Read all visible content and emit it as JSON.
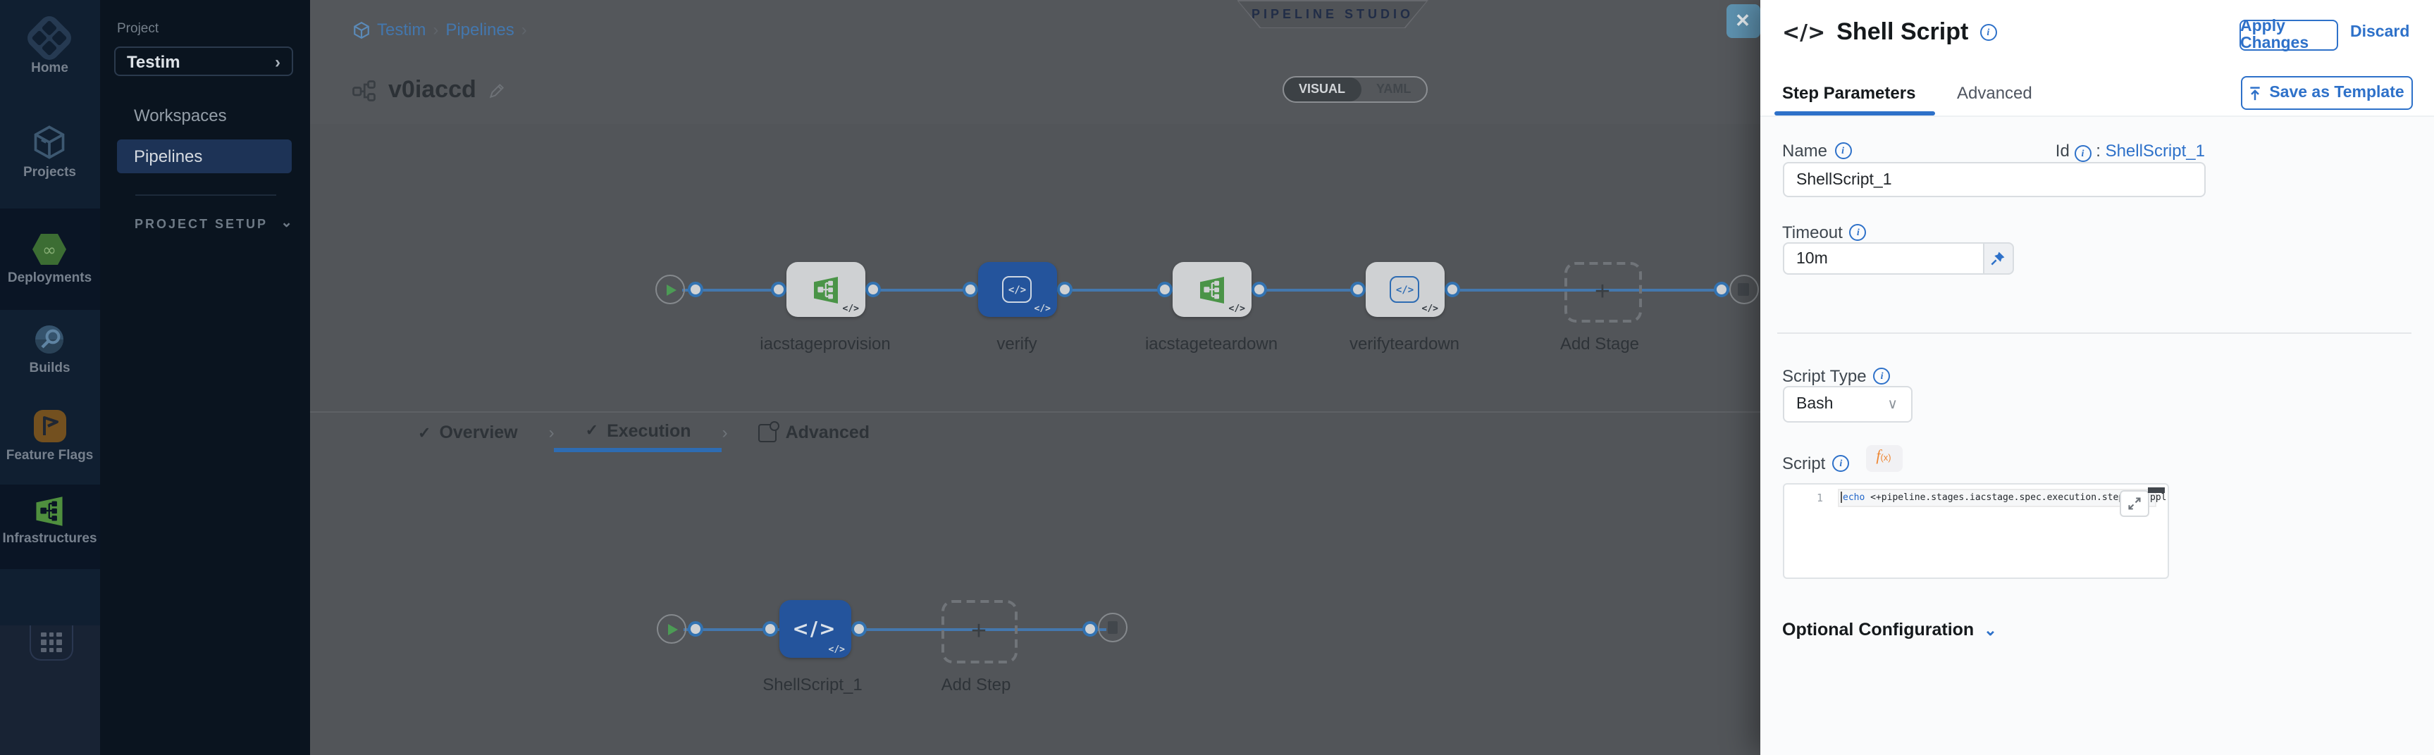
{
  "sidebar": {
    "rail": {
      "items": [
        {
          "label": "Home",
          "icon": "harness-logo-icon"
        },
        {
          "label": "Projects",
          "icon": "cube-icon"
        },
        {
          "label": "Deployments",
          "icon": "hexagon-infinity-icon"
        },
        {
          "label": "Builds",
          "icon": "builds-circle-icon"
        },
        {
          "label": "Feature Flags",
          "icon": "flag-icon"
        },
        {
          "label": "Infrastructures",
          "icon": "iacm-board-icon"
        }
      ]
    },
    "nav": {
      "section_label": "Project",
      "project_selector_value": "Testim",
      "items": [
        {
          "label": "Workspaces"
        },
        {
          "label": "Pipelines"
        }
      ],
      "setup_label": "PROJECT SETUP"
    }
  },
  "canvas": {
    "breadcrumb": {
      "item1": "Testim",
      "item2": "Pipelines",
      "separator": "›"
    },
    "studio_badge": "PIPELINE STUDIO",
    "pipeline_name": "v0iaccd",
    "view_toggle": {
      "visual": "VISUAL",
      "yaml": "YAML",
      "selected": "VISUAL"
    },
    "stages": [
      {
        "label": "iacstageprovision",
        "type": "iacm"
      },
      {
        "label": "verify",
        "type": "custom",
        "selected": true
      },
      {
        "label": "iacstageteardown",
        "type": "iacm"
      },
      {
        "label": "verifyteardown",
        "type": "custom"
      }
    ],
    "add_stage_label": "Add Stage",
    "tabs": [
      {
        "label": "Overview",
        "checked": true
      },
      {
        "label": "Execution",
        "checked": true,
        "active": true
      },
      {
        "label": "Advanced"
      }
    ],
    "steps": [
      {
        "label": "ShellScript_1",
        "type": "shell-script",
        "selected": true
      }
    ],
    "add_step_label": "Add Step"
  },
  "panel": {
    "title": "Shell Script",
    "apply_button": "Apply Changes",
    "discard_button": "Discard",
    "tabs": [
      {
        "label": "Step Parameters",
        "active": true
      },
      {
        "label": "Advanced",
        "active": false
      }
    ],
    "save_as_template_button": "Save as Template",
    "fields": {
      "name": {
        "label": "Name",
        "value": "ShellScript_1"
      },
      "id": {
        "label": "Id",
        "separator": ":",
        "value": "ShellScript_1"
      },
      "timeout": {
        "label": "Timeout",
        "value": "10m"
      },
      "script_type": {
        "label": "Script Type",
        "value": "Bash"
      },
      "script": {
        "label": "Script"
      }
    },
    "fx_badge": {
      "f": "f",
      "x": "(x)"
    },
    "editor": {
      "line_number": "1",
      "code_keyword": "echo",
      "code_rest": " <+pipeline.stages.iacstage.spec.execution.step",
      "code_tail": "ppl"
    },
    "optional_configuration_label": "Optional Configuration"
  },
  "icons": {
    "code_glyph": "</>",
    "check": "✓",
    "chevron_right": "›",
    "chevron_down": "⌄",
    "select_chevron": "∨",
    "plus": "+",
    "close": "✕",
    "infinity": "∞",
    "flag": "⚑"
  },
  "colors": {
    "accent_blue": "#2e71c9",
    "node_selected_blue": "#24549c",
    "iacm_green": "#4a9447",
    "connector_blue": "#4478ae",
    "canvas_gray": "#525559",
    "sidebar_navy": "#101f31",
    "nav_active_blue": "#1d3356",
    "close_button_blue": "#5e92b0",
    "fx_orange": "#ee8632"
  }
}
